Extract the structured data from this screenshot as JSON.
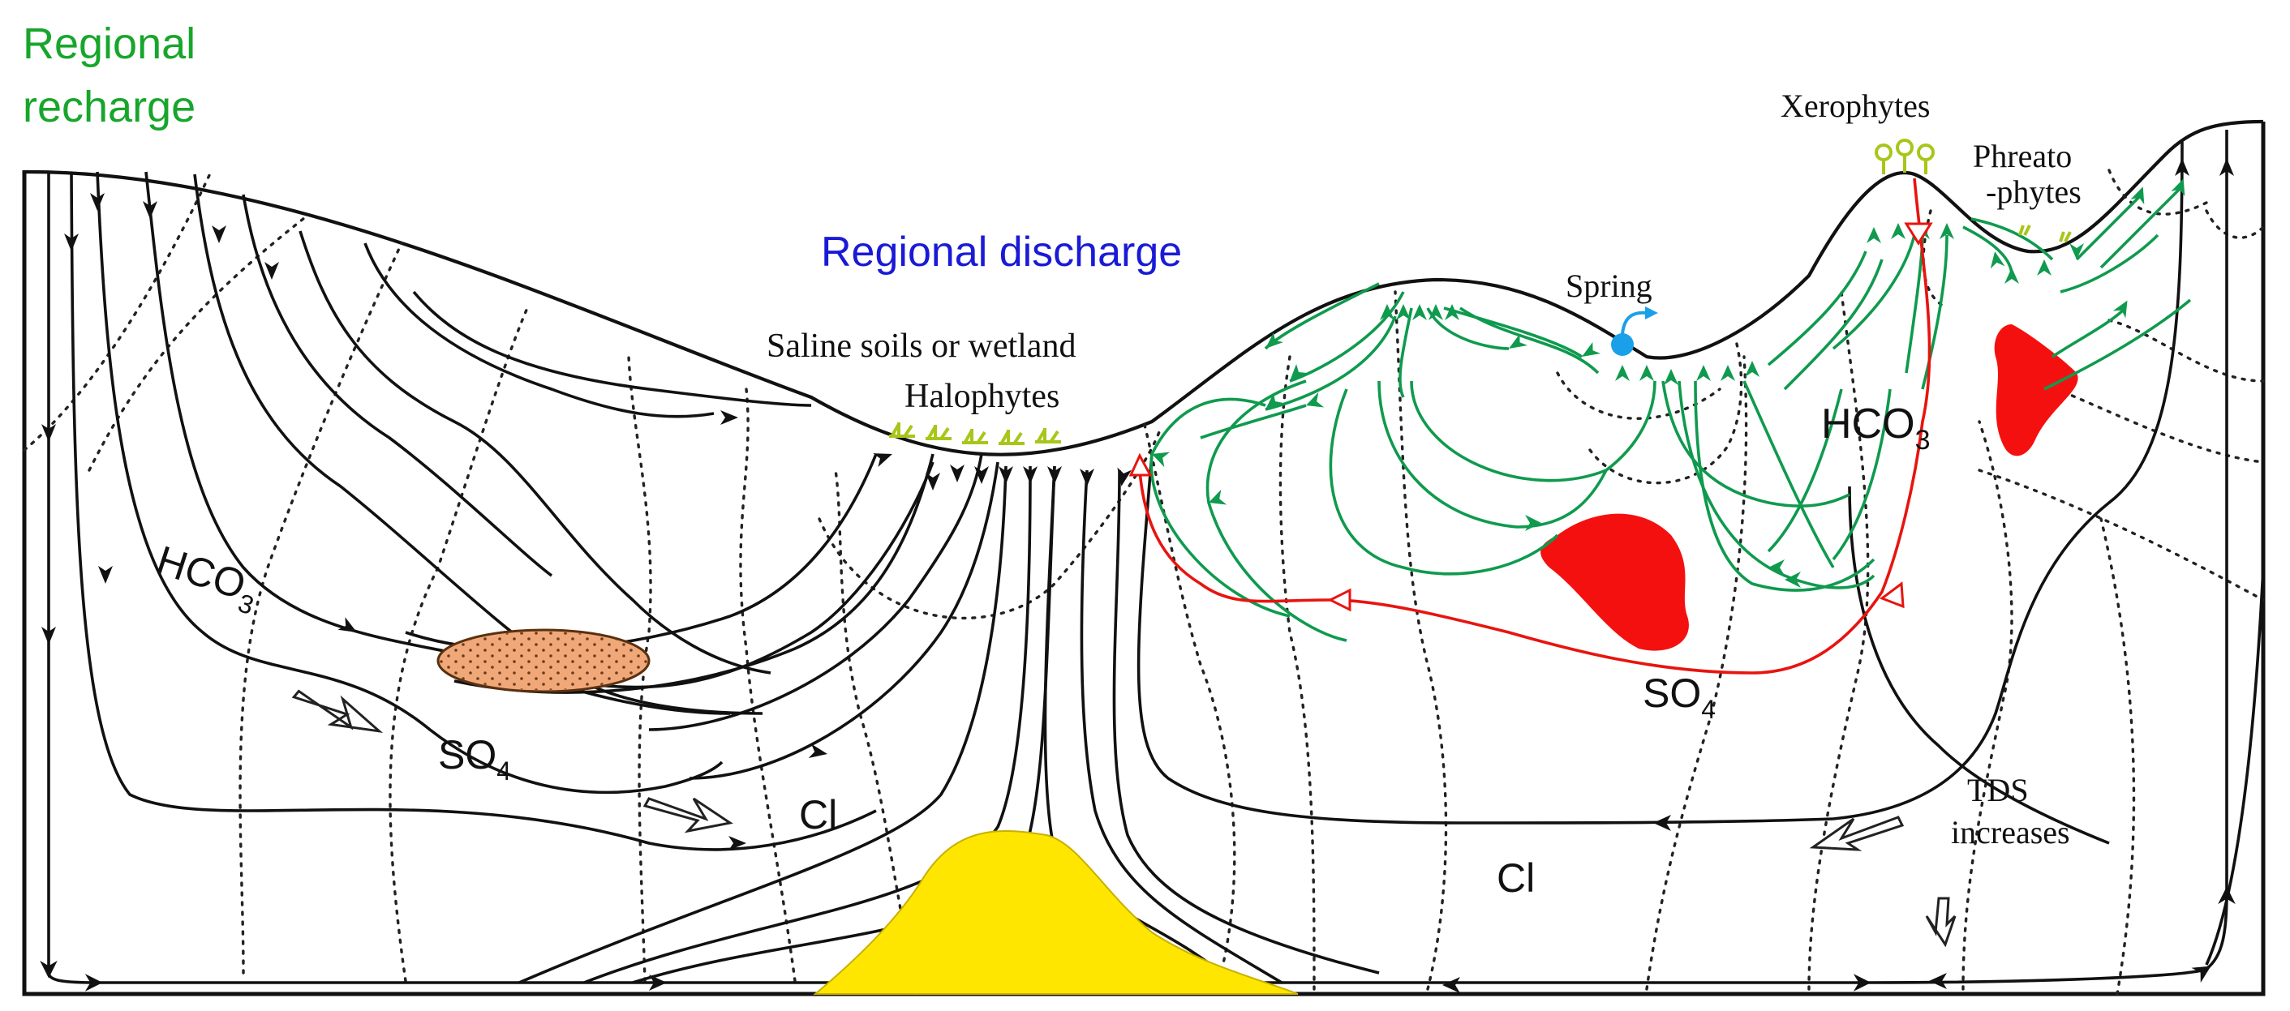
{
  "labels": {
    "regional_recharge_line1": "Regional",
    "regional_recharge_line2": "recharge",
    "regional_discharge": "Regional discharge",
    "saline_soils": "Saline soils or wetland",
    "halophytes": "Halophytes",
    "spring": "Spring",
    "xerophytes": "Xerophytes",
    "phreatophytes_line1": "Phreato",
    "phreatophytes_line2": "-phytes",
    "tds_line1": "TDS",
    "tds_line2": "increases"
  },
  "hydrochemistry": {
    "hco3_left": "HCO",
    "hco3_left_sub": "3",
    "so4_left": "SO",
    "so4_left_sub": "4",
    "cl_left": "Cl",
    "hco3_right": "HCO",
    "hco3_right_sub": "3",
    "so4_right": "SO",
    "so4_right_sub": "4",
    "cl_right": "Cl"
  },
  "colors": {
    "recharge_text": "#17a62b",
    "discharge_text": "#1a1ad6",
    "local_flow": "#0f9a4e",
    "intermediate_flow": "#e8140f",
    "regional_flow": "#111111",
    "aquifer_lens": "#f0a878",
    "yellow_body": "#ffe600",
    "red_body": "#f51010",
    "vegetation": "#a8c61a",
    "spring": "#1aa0e8"
  }
}
